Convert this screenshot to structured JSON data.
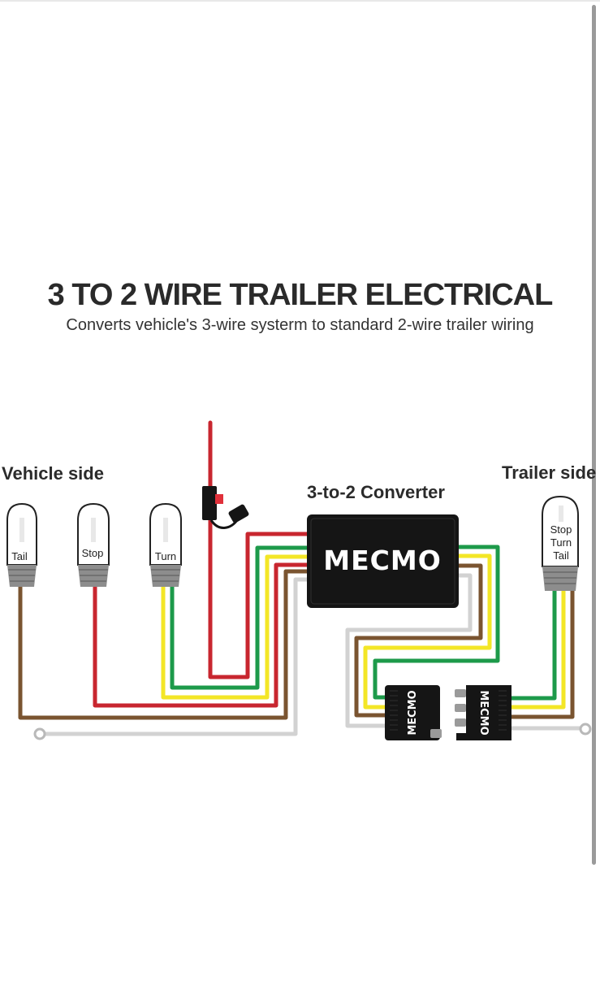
{
  "title": "3 TO 2 WIRE TRAILER ELECTRICAL",
  "subtitle": "Converts vehicle's 3-wire systerm to standard 2-wire trailer wiring",
  "vehicle_side_label": "Vehicle side",
  "trailer_side_label": "Trailer side",
  "converter_label": "3-to-2 Converter",
  "converter_brand": "MECMO",
  "plug_brand": "MECMO",
  "vehicle_bulbs": {
    "tail": "Tail",
    "stop": "Stop",
    "turn": "Turn"
  },
  "trailer_bulb_lines": [
    "Stop",
    "Turn",
    "Tail"
  ],
  "wire_colors": {
    "red": "#c8262f",
    "yellow": "#f3e626",
    "green": "#1d9a4a",
    "brown": "#7a5430",
    "white": "#d2d2d2"
  }
}
